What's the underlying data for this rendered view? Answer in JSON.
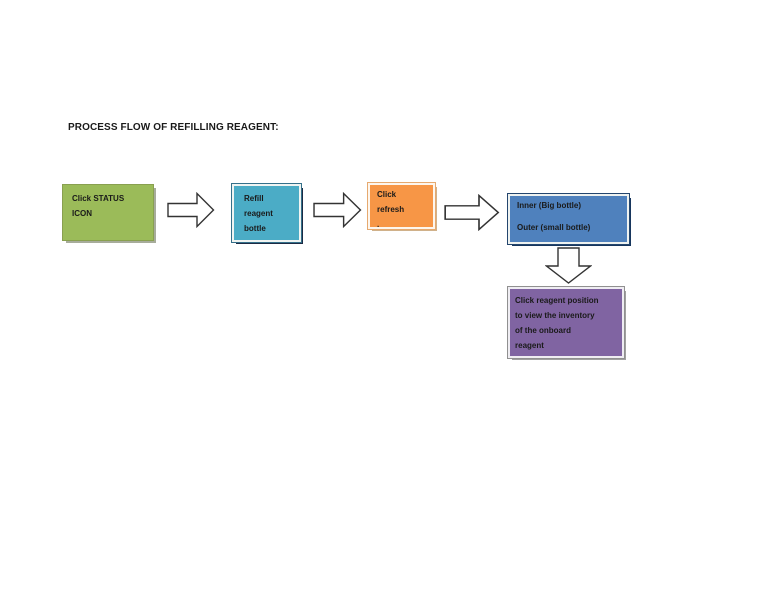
{
  "page": {
    "title": "PROCESS FLOW OF REFILLING REAGENT:"
  },
  "flow": {
    "steps": [
      {
        "fill": "#9BBB59",
        "lines": [
          "Click STATUS",
          "ICON"
        ]
      },
      {
        "fill": "#4BACC6",
        "lines": [
          "Refill",
          "reagent",
          "bottle"
        ]
      },
      {
        "fill": "#F79646",
        "lines": [
          "Click",
          "refresh",
          "."
        ]
      },
      {
        "fill": "#4F81BD",
        "lines": [
          "Inner (Big bottle)",
          "Outer (small bottle)"
        ]
      },
      {
        "fill": "#8064A2",
        "lines": [
          "Click reagent position",
          "to view the inventory",
          "of the onboard",
          "reagent"
        ]
      }
    ],
    "connectors": [
      {
        "type": "right-arrow"
      },
      {
        "type": "right-arrow"
      },
      {
        "type": "right-arrow"
      },
      {
        "type": "down-arrow"
      }
    ]
  },
  "colors": {
    "step_green": "#9BBB59",
    "step_teal": "#4BACC6",
    "step_orange": "#F79646",
    "step_blue": "#4F81BD",
    "step_purple": "#8064A2",
    "arrow_fill": "#ffffff",
    "arrow_outline": "#333333",
    "text": "#1a1a1a",
    "background": "#ffffff"
  }
}
